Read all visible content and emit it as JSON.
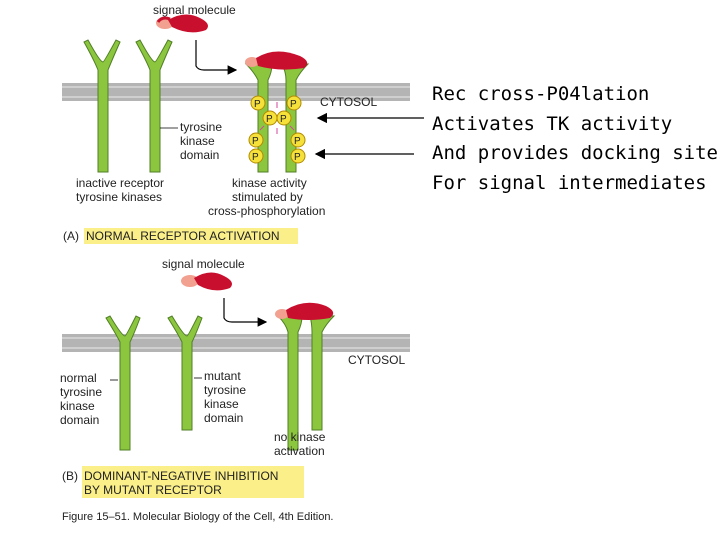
{
  "panel_a": {
    "signal_molecule": "signal molecule",
    "cytosol": "CYTOSOL",
    "tk_domain": [
      "tyrosine",
      "kinase",
      "domain"
    ],
    "inactive": [
      "inactive receptor",
      "tyrosine kinases"
    ],
    "activity": [
      "kinase activity",
      "stimulated by",
      "cross-phosphorylation"
    ],
    "phospho": "P",
    "tag": "(A)",
    "title": "NORMAL RECEPTOR ACTIVATION"
  },
  "panel_b": {
    "signal_molecule": "signal molecule",
    "cytosol": "CYTOSOL",
    "normal": [
      "normal",
      "tyrosine",
      "kinase",
      "domain"
    ],
    "mutant": [
      "mutant",
      "tyrosine",
      "kinase",
      "domain"
    ],
    "no_activation": [
      "no kinase",
      "activation"
    ],
    "tag": "(B)",
    "title": [
      "DOMINANT-NEGATIVE INHIBITION",
      "BY MUTANT RECEPTOR"
    ]
  },
  "caption": "Figure 15–51. Molecular Biology of the Cell, 4th Edition.",
  "notes": [
    "Rec cross-P04lation",
    "Activates TK activity",
    "And provides docking sites",
    "For signal intermediates"
  ],
  "colors": {
    "receptor": "#8cc63f",
    "receptor_stroke": "#4f7f25",
    "membrane": "#b4b4b4",
    "signal": "#c8102e",
    "signal_pink": "#f2a090",
    "phospho": "#f5e13a",
    "highlight": "#fbef8a"
  }
}
